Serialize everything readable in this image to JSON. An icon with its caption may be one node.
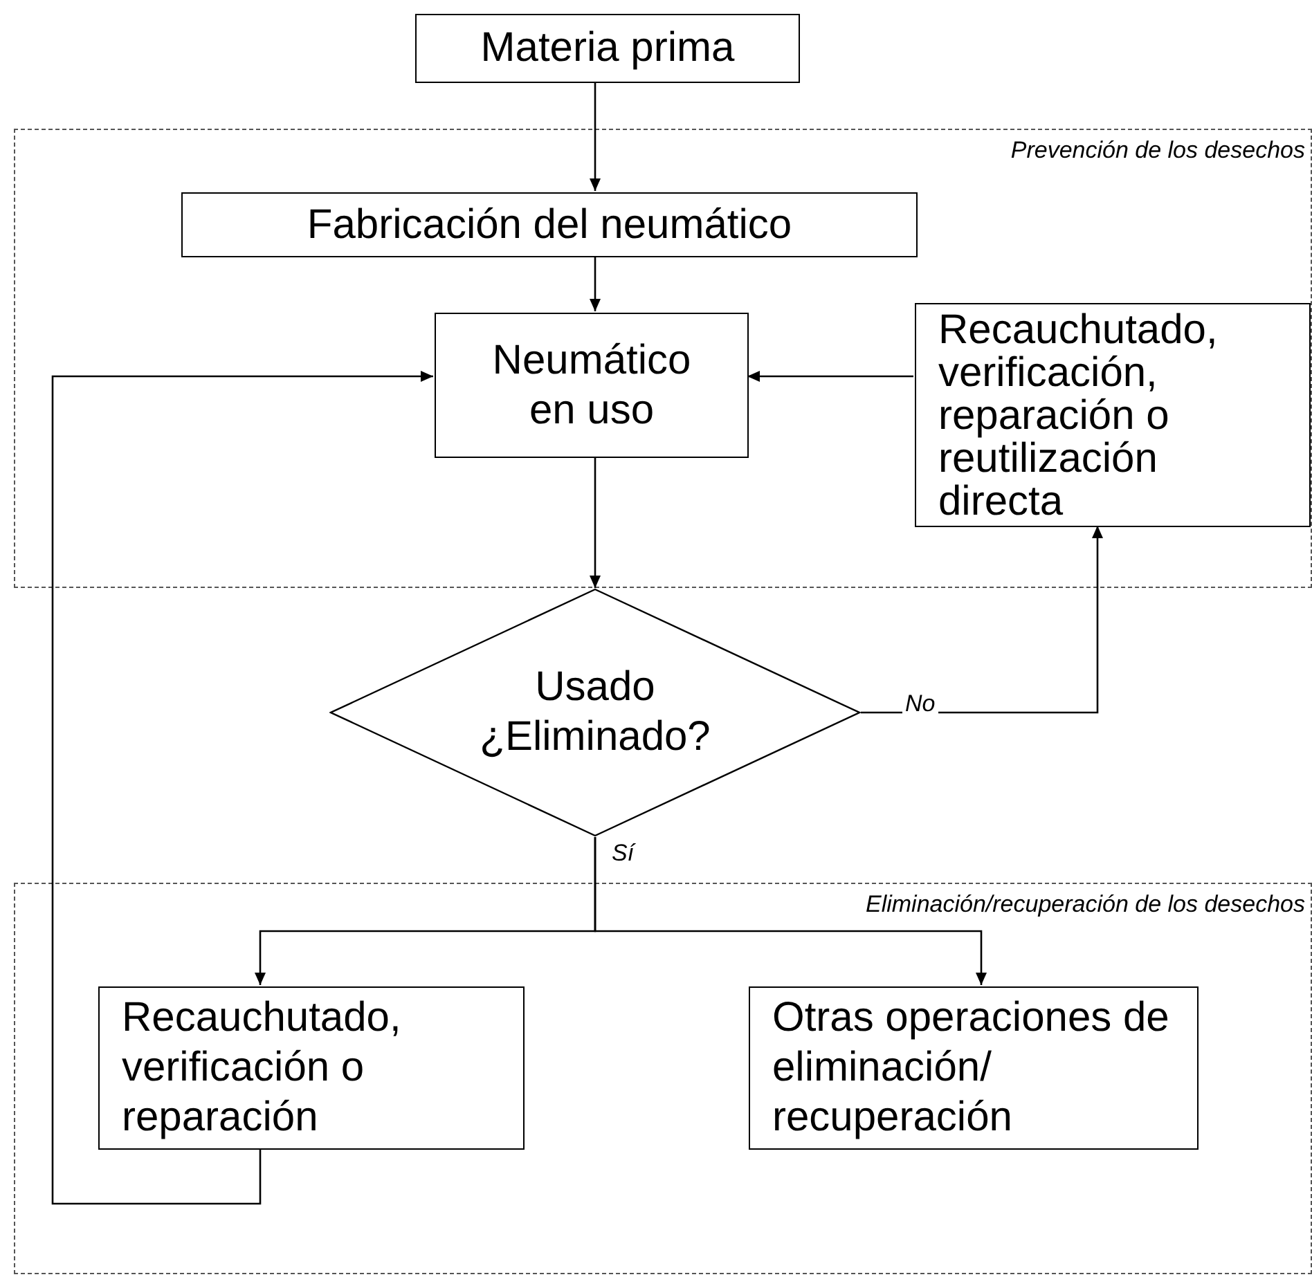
{
  "diagram": {
    "nodes": [
      {
        "text": [
          "Prevención de los desechos"
        ]
      },
      {
        "text": [
          "Materia prima"
        ]
      },
      {
        "text": [
          "Fabricación del neumático"
        ],
        "in": 0
      },
      {
        "text": [
          "Neumático en uso"
        ],
        "in": 0
      },
      {
        "text": [
          "Recauchutado, verificación, reparación o reutilización directa"
        ],
        "in": 0
      },
      {
        "text": [
          "Usado ¿Eliminado?"
        ]
      },
      {
        "text": [
          "Eliminación/recuperación de los desechos"
        ]
      },
      {
        "text": [
          "Recauchutado, verificación o reparación"
        ],
        "in": 6
      },
      {
        "text": [
          "Otras operaciones de eliminación/ recuperación"
        ],
        "in": 6
      }
    ],
    "edges": [
      {
        "from": 1,
        "to": 2,
        "arrow": "to"
      },
      {
        "from": 2,
        "to": 3,
        "arrow": "to"
      },
      {
        "from": 4,
        "to": 3,
        "arrow": "to"
      },
      {
        "from": 3,
        "to": 5,
        "arrow": "to"
      },
      {
        "from": 5,
        "to": 4,
        "arrow": "to",
        "label": "No"
      },
      {
        "from": 5,
        "to": 7,
        "arrow": "to",
        "label": "Sí"
      },
      {
        "from": 5,
        "to": 8,
        "arrow": "to"
      },
      {
        "from": 7,
        "to": 3,
        "arrow": "to"
      }
    ]
  }
}
